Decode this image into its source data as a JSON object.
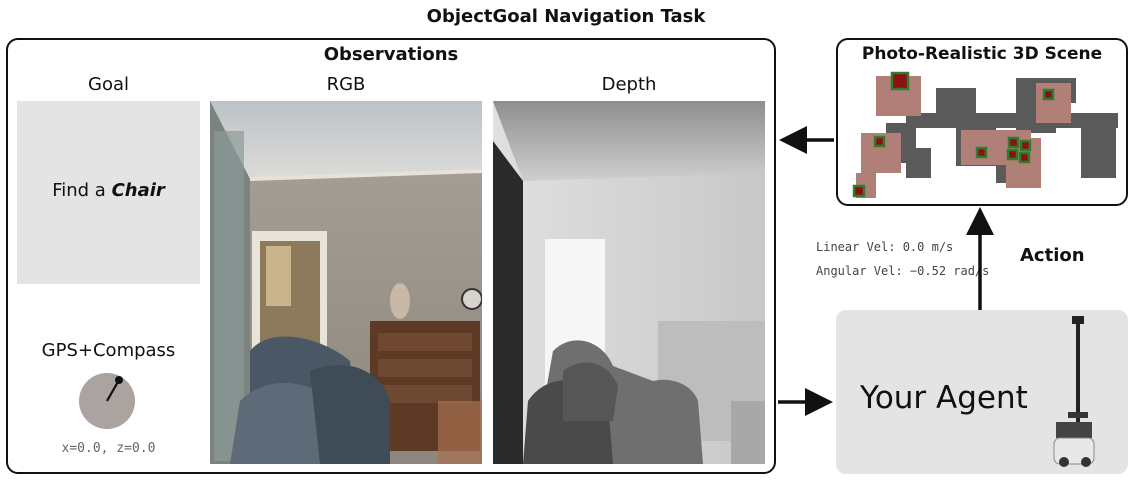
{
  "title": "ObjectGoal Navigation Task",
  "observations": {
    "title": "Observations",
    "goal_label": "Goal",
    "rgb_label": "RGB",
    "depth_label": "Depth",
    "goal_text_prefix": "Find a ",
    "goal_object": "Chair",
    "gps_label": "GPS+Compass",
    "coords": "x=0.0, z=0.0"
  },
  "scene": {
    "title": "Photo-Realistic 3D Scene",
    "floor_color": "#5a5a5a",
    "room_color": "#b08078",
    "marker_color": "#2e7d2e",
    "marker_inner_color": "#8b1010"
  },
  "velocity": {
    "linear": "Linear Vel: 0.0 m/s",
    "angular": "Angular Vel: −0.52 rad/s"
  },
  "action_label": "Action",
  "agent": {
    "label": "Your Agent"
  },
  "arrows": [
    "agent-to-scene",
    "scene-to-observations",
    "observations-to-agent"
  ]
}
